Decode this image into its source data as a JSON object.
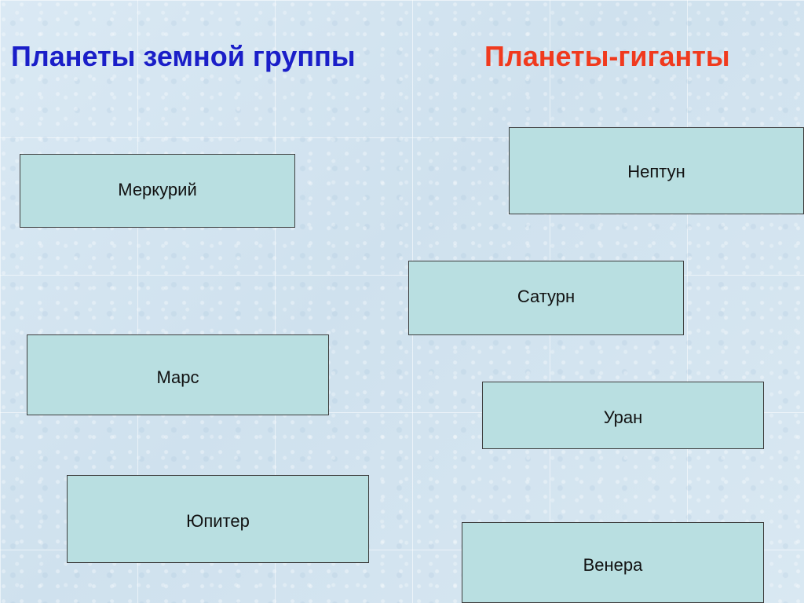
{
  "slide": {
    "headings": {
      "terrestrial": "Планеты земной группы",
      "giants": "Планеты-гиганты"
    },
    "cards": {
      "mercury": "Меркурий",
      "neptune": "Нептун",
      "saturn": "Сатурн",
      "mars": "Марс",
      "uranus": "Уран",
      "jupiter": "Юпитер",
      "venus": "Венера"
    },
    "colors": {
      "terrestrial_heading": "#1a1ec8",
      "giants_heading": "#f03a1e",
      "card_fill": "#b9dfe1",
      "card_border": "#3e3e3e",
      "background": "#d6e6f1"
    }
  }
}
